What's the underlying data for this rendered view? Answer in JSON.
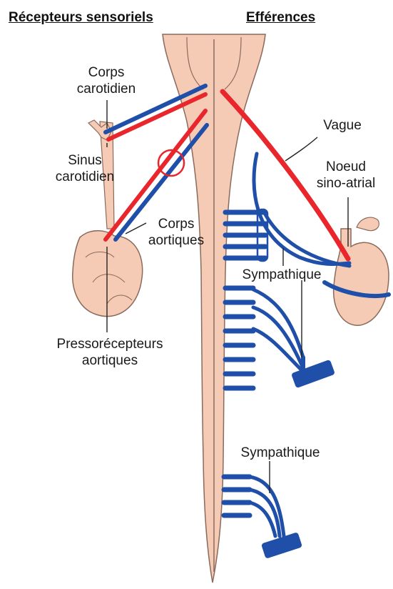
{
  "headers": {
    "left": "Récepteurs sensoriels",
    "right": "Efférences"
  },
  "labels": {
    "corps_carotidien": [
      "Corps",
      "carotidien"
    ],
    "sinus_carotidien": [
      "Sinus",
      "carotidien"
    ],
    "corps_aortiques": [
      "Corps",
      "aortiques"
    ],
    "pressorecepteurs": [
      "Pressorécepteurs",
      "aortiques"
    ],
    "vague": "Vague",
    "noeud": [
      "Noeud",
      "sino-atrial"
    ],
    "sympathique_upper": "Sympathique",
    "sympathique_lower": "Sympathique"
  },
  "colors": {
    "afferent_red": "#e8262b",
    "efferent_blue": "#1f4fa8",
    "tissue": "#f6cbb5",
    "outline": "#8a6a5c"
  }
}
